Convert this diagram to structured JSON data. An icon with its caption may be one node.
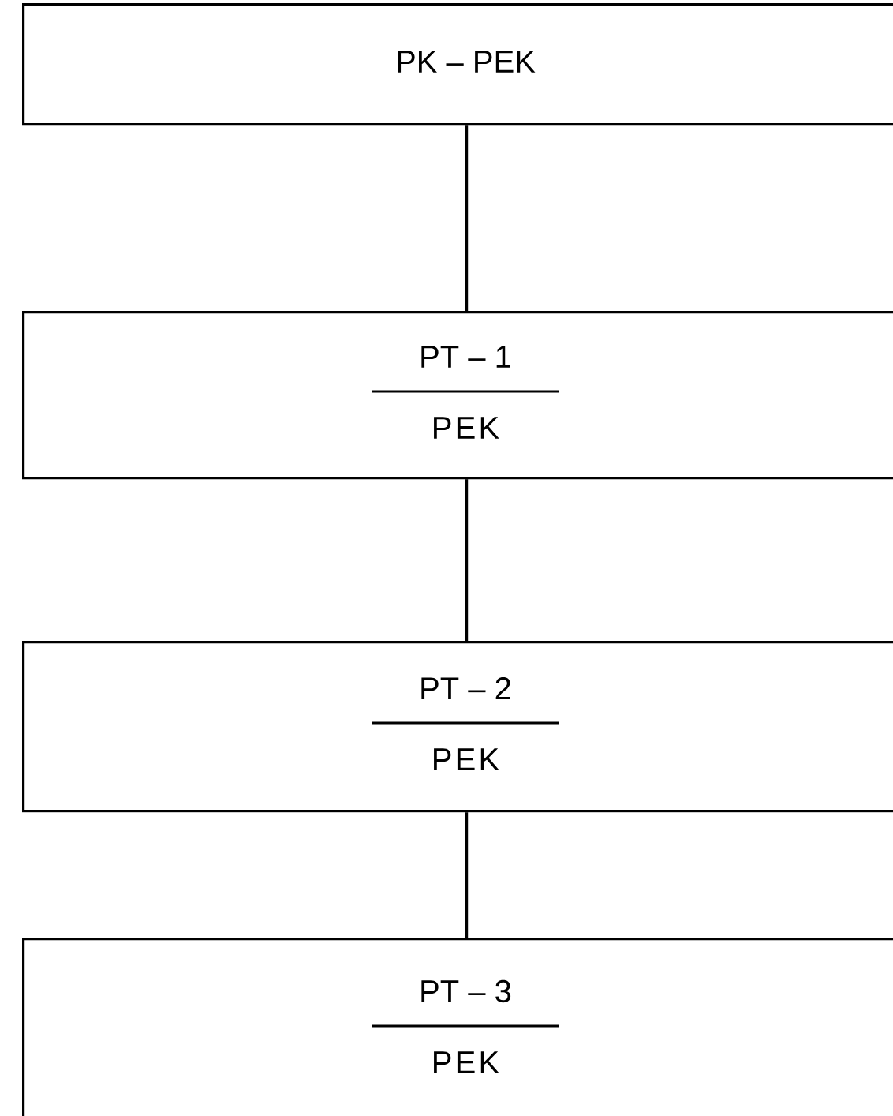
{
  "diagram": {
    "nodes": [
      {
        "text": [
          "PK – PEK"
        ]
      },
      {
        "text": [
          "PT – 1",
          "PEK"
        ]
      },
      {
        "text": [
          "PT – 2",
          "PEK"
        ]
      },
      {
        "text": [
          "PT – 3",
          "PEK"
        ]
      }
    ],
    "edges": [
      {
        "from": 0,
        "to": 1,
        "arrow": "none"
      },
      {
        "from": 1,
        "to": 2,
        "arrow": "none"
      },
      {
        "from": 2,
        "to": 3,
        "arrow": "none"
      }
    ]
  }
}
